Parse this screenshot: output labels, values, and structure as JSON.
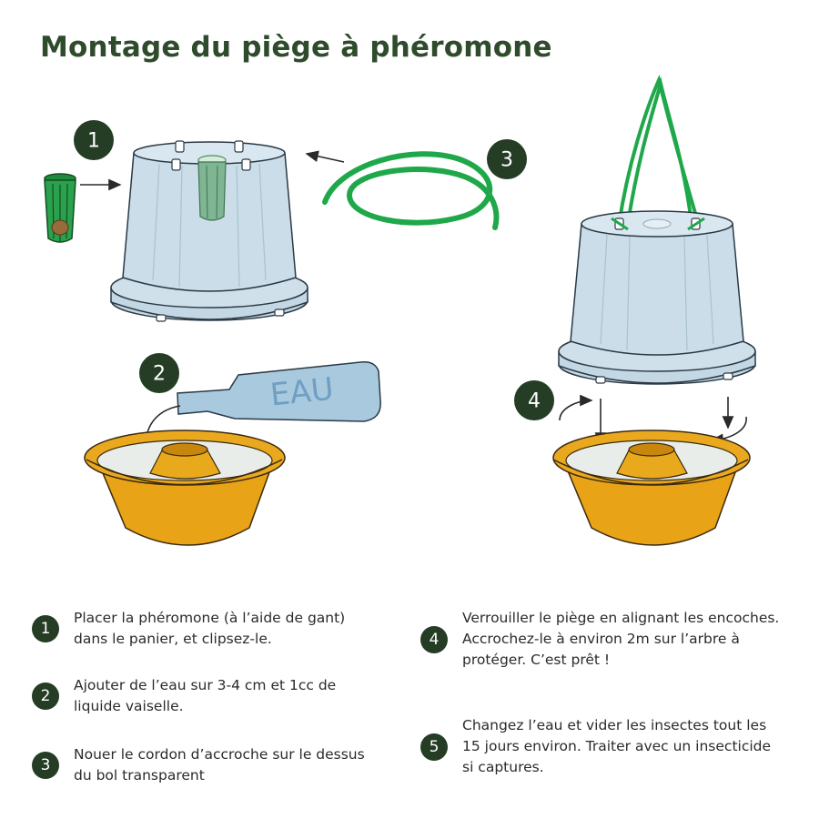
{
  "title": "Montage du piège à phéromone",
  "bottle_label": "EAU",
  "badges": [
    "1",
    "2",
    "3",
    "4"
  ],
  "steps": [
    {
      "num": "1",
      "text": "Placer la phéromone (à l’aide de gant) dans le panier, et clipsez-le."
    },
    {
      "num": "2",
      "text": "Ajouter de l’eau sur 3-4 cm et 1cc de liquide vaiselle."
    },
    {
      "num": "3",
      "text": "Nouer le cordon d’accroche sur le dessus du bol transparent"
    },
    {
      "num": "4",
      "text": "Verrouiller le piège en alignant les encoches. Accrochez-le à environ 2m sur l’arbre à protéger. C’est prêt !"
    },
    {
      "num": "5",
      "text": "Changez l’eau et vider les insectes tout les 15 jours environ. Traiter avec un insecticide si captures."
    }
  ],
  "colors": {
    "title": "#2e4b2b",
    "badge": "#243d24",
    "bowl": "#e8a317",
    "dome": "#c9dde8",
    "cord": "#1fa84a",
    "bottle": "#a9c9df"
  }
}
